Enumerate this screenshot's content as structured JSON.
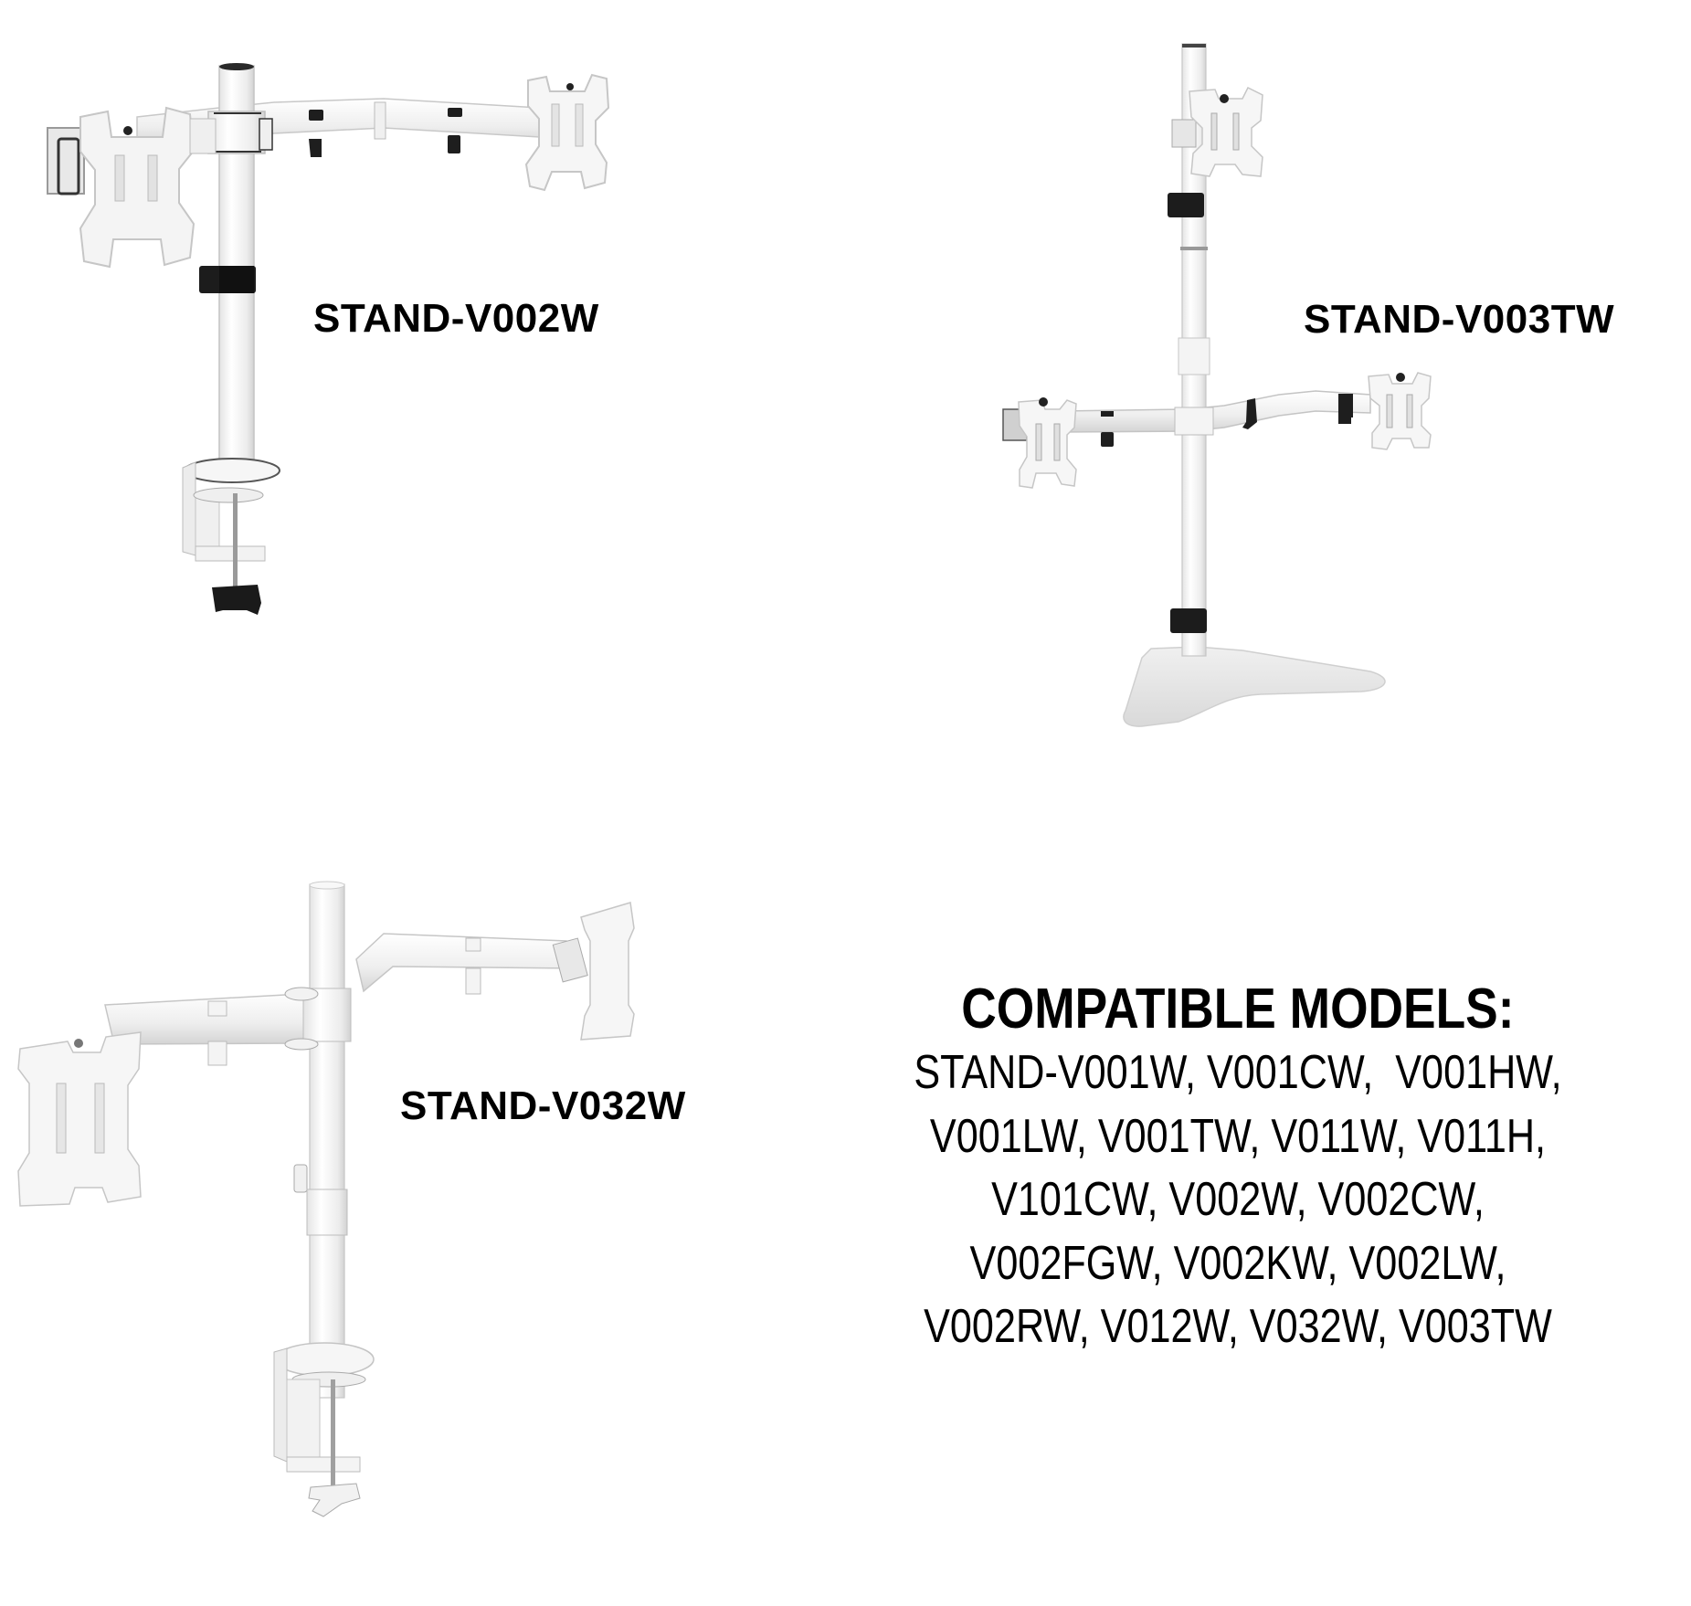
{
  "products": [
    {
      "id": "v002w",
      "label": "STAND-V002W",
      "type": "dual monitor desk clamp mount"
    },
    {
      "id": "v003tw",
      "label": "STAND-V003TW",
      "type": "triple monitor freestanding mount"
    },
    {
      "id": "v032w",
      "label": "STAND-V032W",
      "type": "dual monitor desk clamp mount"
    }
  ],
  "compatible": {
    "title": "COMPATIBLE MODELS:",
    "lines": [
      "STAND-V001W, V001CW,  V001HW,",
      "V001LW, V001TW, V011W, V011H,",
      "V101CW, V002W, V002CW,",
      "V002FGW, V002KW, V002LW,",
      "V002RW, V012W, V032W, V003TW"
    ]
  },
  "colors": {
    "background": "#ffffff",
    "text": "#000000",
    "mount_white": "#f2f2f2",
    "mount_shadow": "#d6d6d6",
    "accent_black": "#1a1a1a"
  }
}
